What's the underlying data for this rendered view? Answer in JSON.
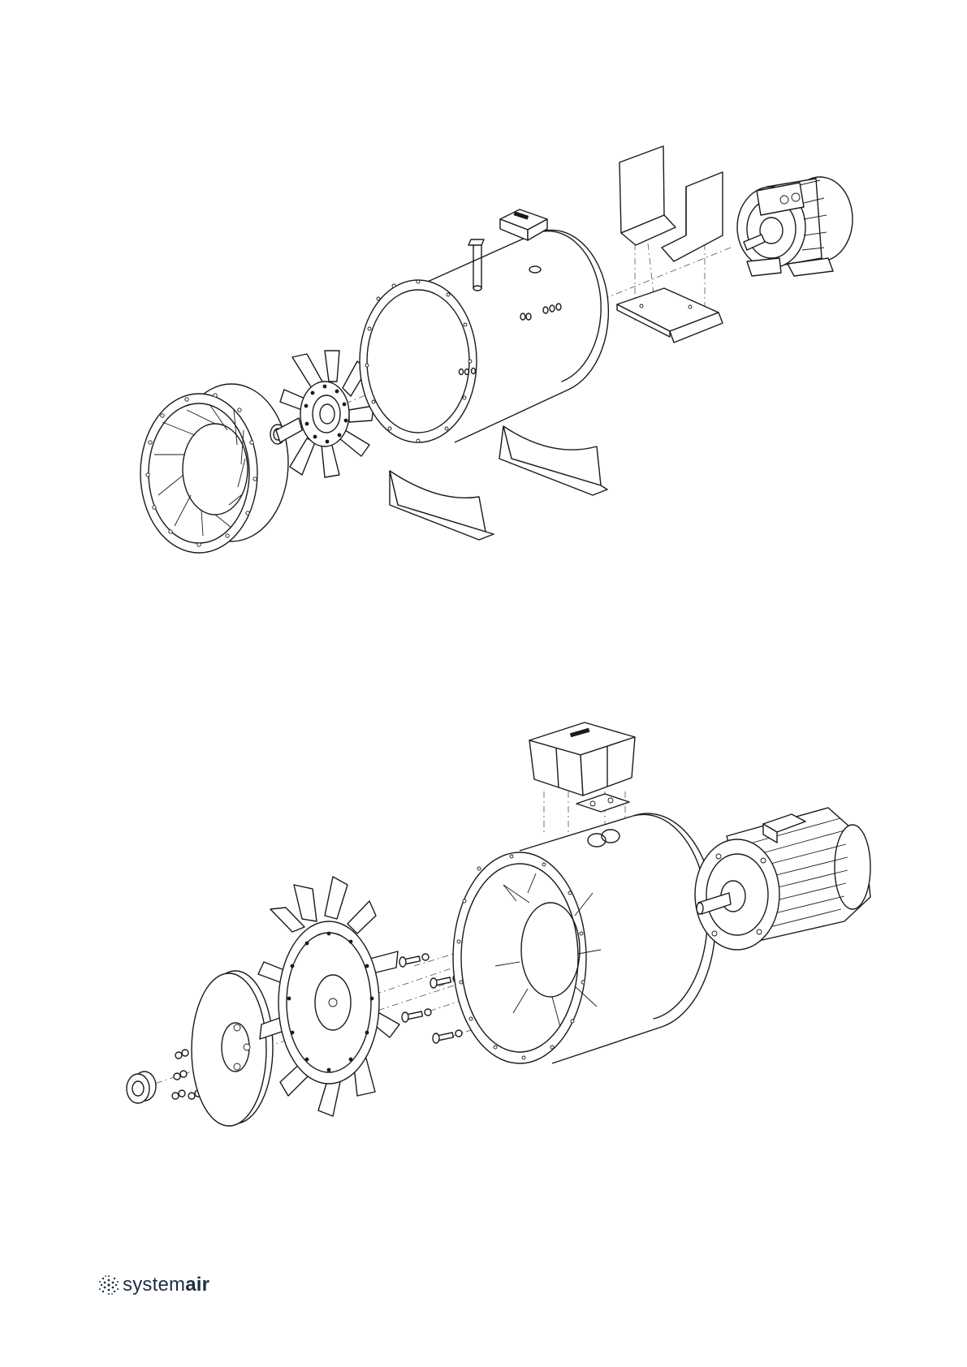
{
  "document": {
    "type": "exploded-view assembly drawings",
    "figures": [
      {
        "id": "upper",
        "parts": [
          "inlet-cone-guard",
          "hub-nut",
          "impeller",
          "casing",
          "terminal-box",
          "cable-gland-bracket",
          "motor-support-bracket",
          "motor-base-plate",
          "electric-motor",
          "foot-bracket-left",
          "foot-bracket-right"
        ]
      },
      {
        "id": "lower",
        "parts": [
          "taper-lock-bush",
          "washers",
          "hub-disc",
          "impeller",
          "bolts",
          "casing-with-guide-vanes",
          "terminal-box",
          "terminal-plate",
          "electric-motor"
        ]
      }
    ]
  },
  "brand": {
    "name_regular": "system",
    "name_bold": "air",
    "color": "#1f2f45"
  }
}
